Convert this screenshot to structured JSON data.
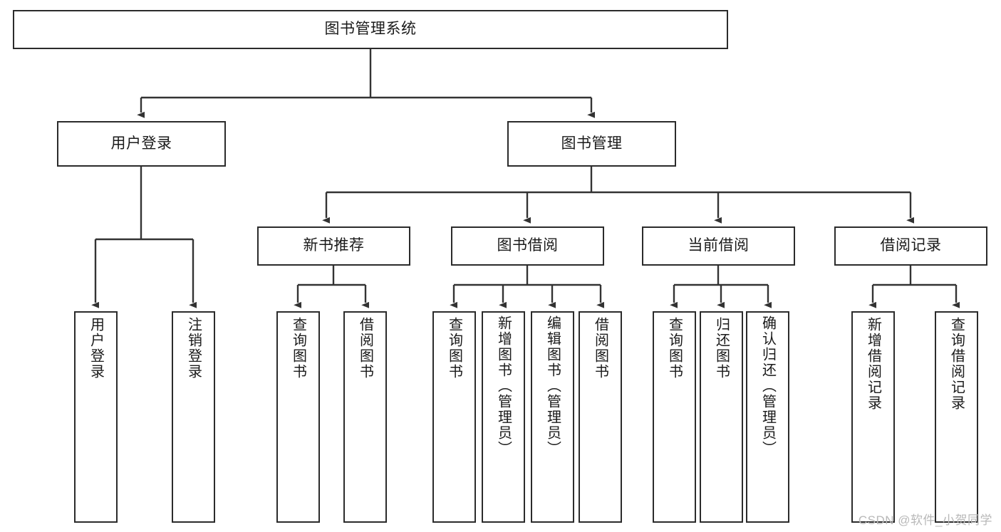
{
  "diagram": {
    "title": "图书管理系统",
    "type": "tree-hierarchy",
    "watermark": "CSDN @软件_小贺同学",
    "colors": {
      "box_border": "#2b2b2b",
      "box_fill": "#ffffff",
      "edge": "#333333",
      "text": "#1a1a1a",
      "watermark": "#b8b8b8"
    },
    "nodes": {
      "root": {
        "label": "图书管理系统",
        "level": 0
      },
      "l1": [
        {
          "label": "用户登录",
          "level": 1
        },
        {
          "label": "图书管理",
          "level": 1
        }
      ],
      "l2": [
        {
          "label": "新书推荐",
          "level": 2
        },
        {
          "label": "图书借阅",
          "level": 2
        },
        {
          "label": "当前借阅",
          "level": 2
        },
        {
          "label": "借阅记录",
          "level": 2
        }
      ],
      "leaves": [
        {
          "label": "用户登录",
          "parent": "用户登录"
        },
        {
          "label": "注销登录",
          "parent": "用户登录"
        },
        {
          "label": "查询图书",
          "parent": "新书推荐"
        },
        {
          "label": "借阅图书",
          "parent": "新书推荐"
        },
        {
          "label": "查询图书",
          "parent": "图书借阅"
        },
        {
          "label": "新增图书（管理员）",
          "parent": "图书借阅"
        },
        {
          "label": "编辑图书（管理员）",
          "parent": "图书借阅"
        },
        {
          "label": "借阅图书",
          "parent": "图书借阅"
        },
        {
          "label": "查询图书",
          "parent": "当前借阅"
        },
        {
          "label": "归还图书",
          "parent": "当前借阅"
        },
        {
          "label": "确认归还（管理员）",
          "parent": "当前借阅"
        },
        {
          "label": "新增借阅记录",
          "parent": "借阅记录"
        },
        {
          "label": "查询借阅记录",
          "parent": "借阅记录"
        }
      ]
    }
  }
}
